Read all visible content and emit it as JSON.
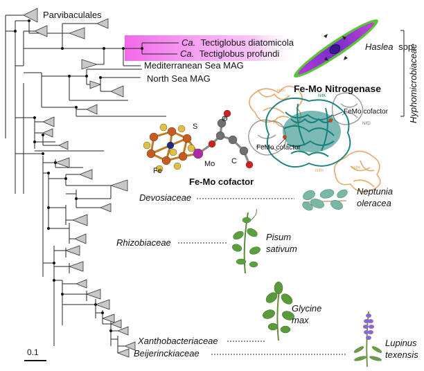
{
  "labels": {
    "parvibaculales": "Parvibaculales",
    "ca_prefix_1": "Ca.",
    "tectiglobus_diatomicola": "Tectiglobus diatomicola",
    "ca_prefix_2": "Ca.",
    "tectiglobus_profundi": "Tectiglobus profundi",
    "mediterranean_mag": "Mediterranean Sea MAG",
    "north_sea_mag": "North Sea MAG",
    "haslea": "Haslea",
    "haslea_spp": "spp.",
    "hyphomicrobiaceae": "Hyphomicrobiaceae",
    "fe_mo_nitrogenase": "Fe-Mo  Nitrogenase",
    "fe_mo_cofactor_title": "Fe-Mo cofactor",
    "femo_cofactor_left": "FeMo cofactor",
    "femo_cofactor_right": "FeMo cofactor",
    "atom_s": "S",
    "atom_o": "O",
    "atom_mo": "Mo",
    "atom_fe": "Fe",
    "atom_c": "C",
    "devosiaceae": "Devosiaceae",
    "neptunia_1": "Neptunia",
    "neptunia_2": "oleracea",
    "rhizobiaceae": "Rhizobiaceae",
    "pisum_1": "Pisum",
    "pisum_2": "sativum",
    "glycine_1": "Glycine",
    "glycine_2": "max",
    "xanthobacteriaceae": "Xanthobacteriaceae",
    "beijerinckiaceae": "Beijerinckiaceae",
    "lupinus_1": "Lupinus",
    "lupinus_2": "texensis",
    "nifh_1": "NifH",
    "nifh_2": "NifH",
    "nifh_3": "NifH",
    "nifk": "NifK",
    "nifd": "NifD",
    "scale_bar": "0.1"
  },
  "colors": {
    "highlight": "#f060e8",
    "protein_teal": "#127f78",
    "protein_orange": "#e8a45a",
    "protein_gray": "#9a9a9a",
    "diatom_purple": "#8a2fd0",
    "diatom_green": "#4fc23a",
    "atom_fe": "#c85a1e",
    "atom_s": "#e0c040",
    "atom_mo": "#b02aa8",
    "atom_o": "#d02020",
    "atom_c": "#707070",
    "leaf_green": "#4f9a3a",
    "lupine_purple": "#8a6ac8"
  }
}
